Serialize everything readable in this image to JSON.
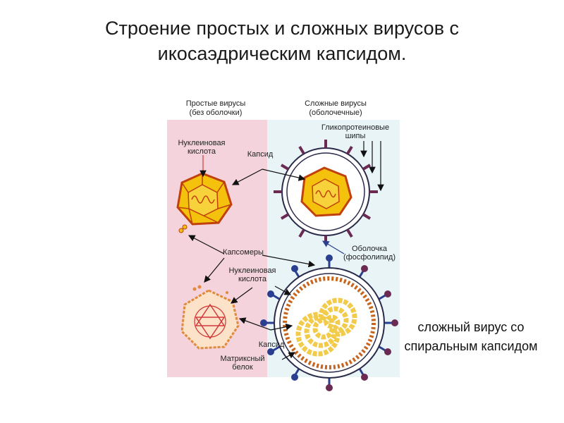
{
  "title": {
    "line1": "Строение простых и сложных вирусов с",
    "line2": "икосаэдрическим капсидом."
  },
  "diagram": {
    "col_simple": {
      "line1": "Простые вирусы",
      "line2": "(без оболочки)"
    },
    "col_complex": {
      "line1": "Сложные вирусы",
      "line2": "(оболочечные)"
    },
    "labels": {
      "nucleic_top_1": "Нуклеиновая",
      "nucleic_top_2": "кислота",
      "capsid_top": "Капсид",
      "glyco_1": "Гликопротеиновые",
      "glyco_2": "шипы",
      "capsomers": "Капсомеры",
      "envelope_1": "Оболочка",
      "envelope_2": "(фосфолипид)",
      "nucleic_mid_1": "Нуклеиновая",
      "nucleic_mid_2": "кислота",
      "capsid_bottom": "Капсид",
      "matrix_1": "Матриксный",
      "matrix_2": "белок"
    }
  },
  "caption": {
    "line1": "сложный вирус со",
    "line2": "спиральным капсидом"
  },
  "colors": {
    "panel_left": "#f4d3dc",
    "panel_right": "#e8f4f6",
    "capsid_fill": "#f4c20d",
    "capsid_edge": "#c0410b",
    "spike_purple": "#6b2a52",
    "spike_blue": "#2a3f8f",
    "bead_orange": "#c8641c",
    "bead_yellow": "#f2cb4a"
  }
}
